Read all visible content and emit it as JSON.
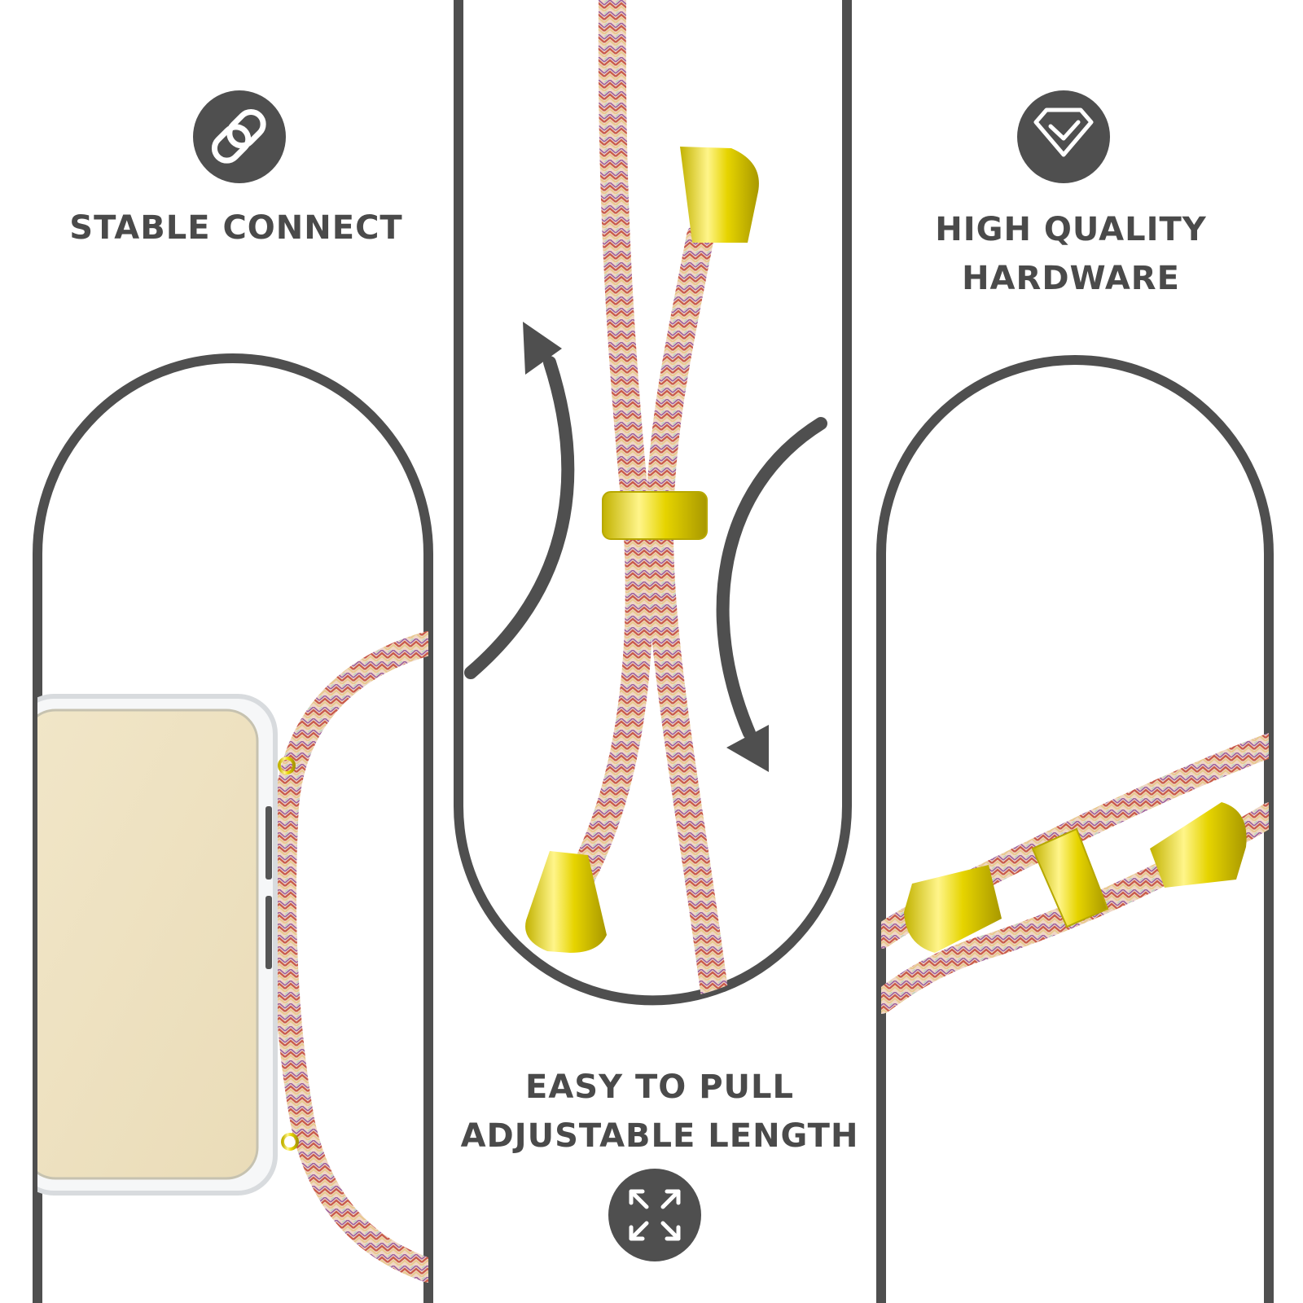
{
  "theme": {
    "ink": "#4a4a4a",
    "frame": "#4f4f4f",
    "gold": "#e6d400",
    "cord_colors": [
      "#d9a58a",
      "#c85a4a",
      "#9b5fa0",
      "#e8c98f",
      "#bfd4c2",
      "#f2d4c5"
    ]
  },
  "features": [
    {
      "icon": "link-icon",
      "lines": [
        "STABLE CONNECT"
      ]
    },
    {
      "icon": "resize-arrows-icon",
      "lines": [
        "EASY TO PULL",
        "ADJUSTABLE LENGTH"
      ]
    },
    {
      "icon": "diamond-check-icon",
      "lines": [
        "HIGH QUALITY",
        "HARDWARE"
      ]
    }
  ]
}
